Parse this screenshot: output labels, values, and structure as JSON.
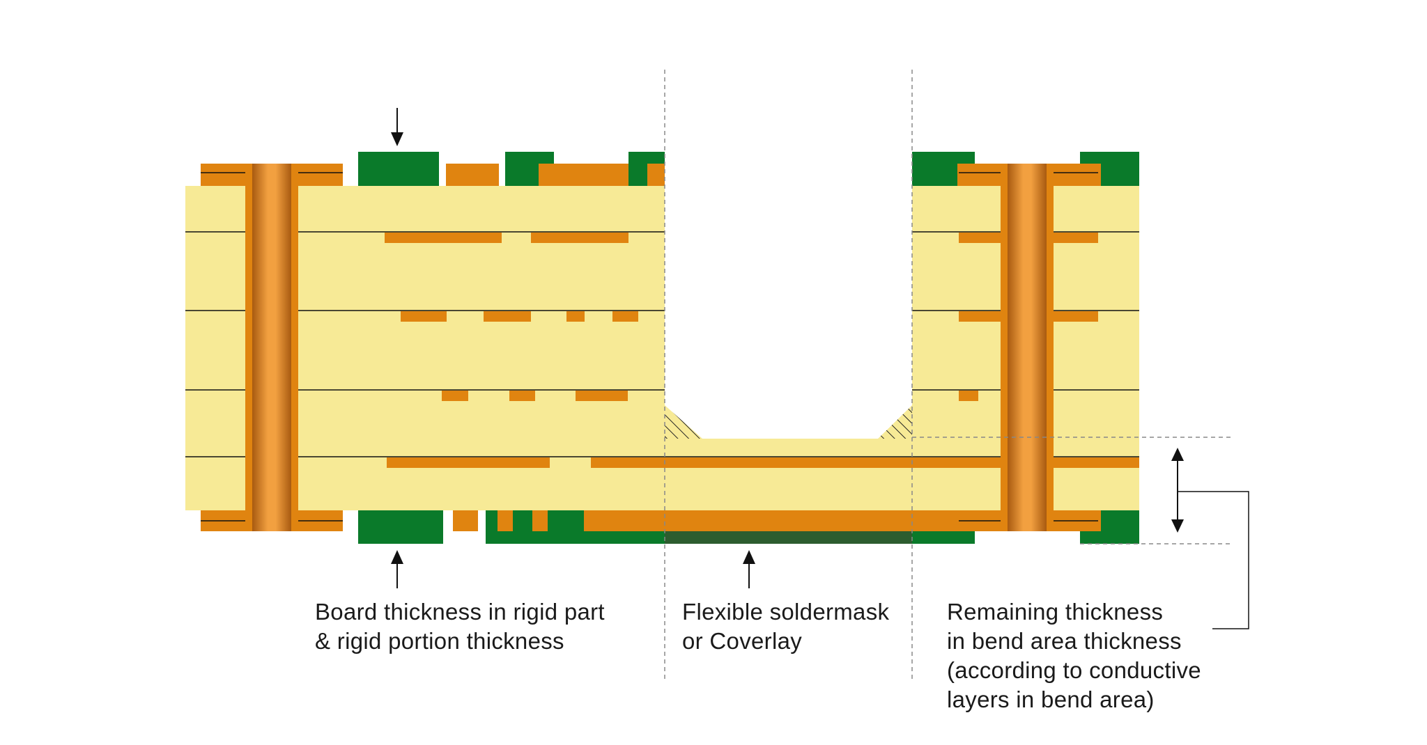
{
  "colors": {
    "dielectric": "#f7ea96",
    "copper": "#e08410",
    "via_light": "#f2a040",
    "via_dark": "#a85a10",
    "soldermask": "#0a7a2a",
    "flex_mask": "#2d5d2f",
    "line": "#111111",
    "guide": "#8a8a8a"
  },
  "labels": {
    "rigid": {
      "line1": "Board thickness in rigid part",
      "line2": "& rigid portion thickness"
    },
    "flex": {
      "line1": "Flexible soldermask",
      "line2": "or Coverlay"
    },
    "bend": {
      "line1": "Remaining thickness",
      "line2": "in bend area thickness",
      "line3": "(according to conductive",
      "line4": "layers in bend area)"
    }
  }
}
